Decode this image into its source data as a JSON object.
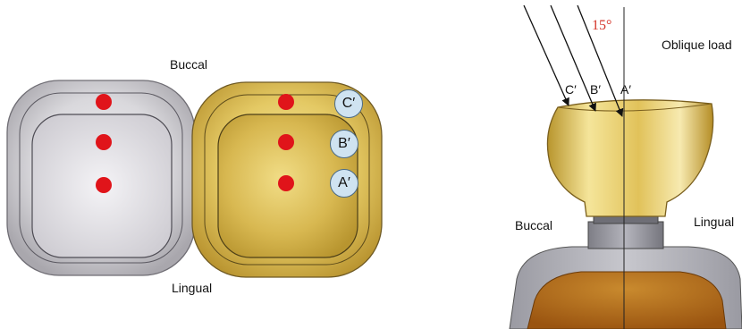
{
  "left_panel": {
    "top_label": "Buccal",
    "bottom_label": "Lingual",
    "markers": [
      "C′",
      "B′",
      "A′"
    ]
  },
  "right_panel": {
    "angle_label": "15°",
    "load_label": "Oblique load",
    "left_label": "Buccal",
    "right_label": "Lingual",
    "arrow_labels": [
      "C′",
      "B′",
      "A′"
    ]
  },
  "colors": {
    "load_point": "#e0141a",
    "crown_gold": "#e6cf6a",
    "crown_silver": "#d2d0d6",
    "angle_text": "#d4342a",
    "marker_fill": "#cfe3f1",
    "dentin": "#b86a12"
  }
}
